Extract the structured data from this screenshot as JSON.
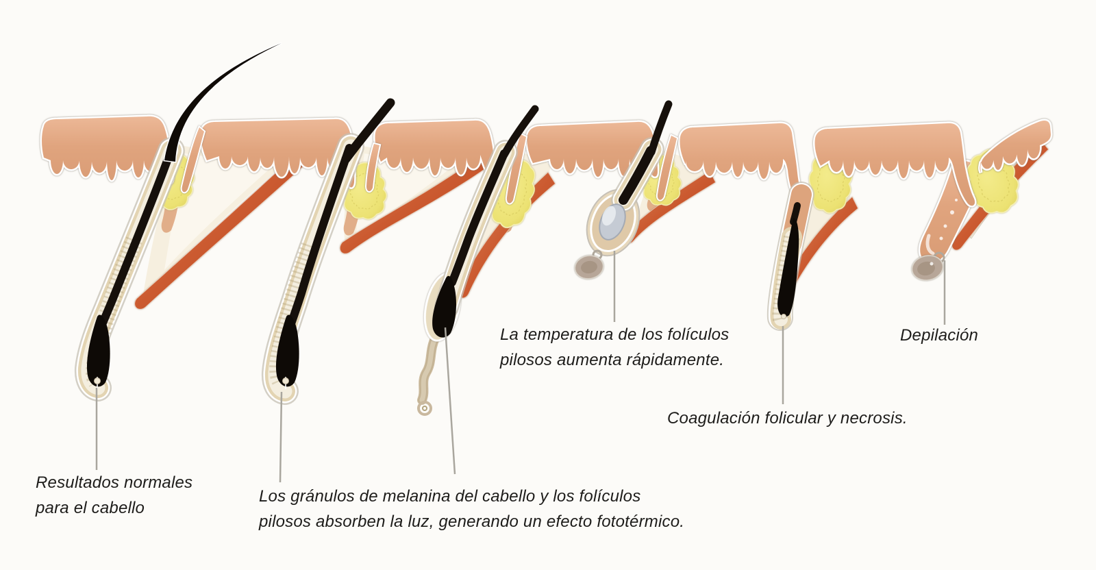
{
  "page": {
    "background": "#fcfbf8",
    "language": "es",
    "subject": "laser-hair-removal-follicle-stages"
  },
  "diagram": {
    "stages": [
      {
        "id": "normal-hair",
        "caption": [
          "Resultados normales",
          "para el cabello"
        ]
      },
      {
        "id": "melanin-absorbs-light",
        "caption": [
          "Los gránulos de melanina del cabello y los folículos",
          "pilosos absorben la luz, generando un efecto fototérmico."
        ]
      },
      {
        "id": "temperature-rises",
        "caption": [
          "La temperatura de los folículos",
          "pilosos aumenta rápidamente."
        ]
      },
      {
        "id": "coagulation-necrosis",
        "caption": [
          "Coagulación folicular y necrosis."
        ]
      },
      {
        "id": "depilation",
        "caption": [
          "Depilación"
        ]
      }
    ],
    "colors": {
      "skin_light": "#ecb897",
      "skin_dark": "#d99c75",
      "sebaceous_gland": "#ece273",
      "muscle_light": "#dc8a60",
      "muscle_dark": "#b8441f",
      "follicle_sheath": "#e3d4b2",
      "sheath_cream": "#f4eedf",
      "hair": "#16100b",
      "coagulated_bulb": "#c5cbd4",
      "necrotic_bulb": "#b7a698",
      "leader_line": "#a9a69e",
      "text": "#1d1c1a"
    }
  }
}
